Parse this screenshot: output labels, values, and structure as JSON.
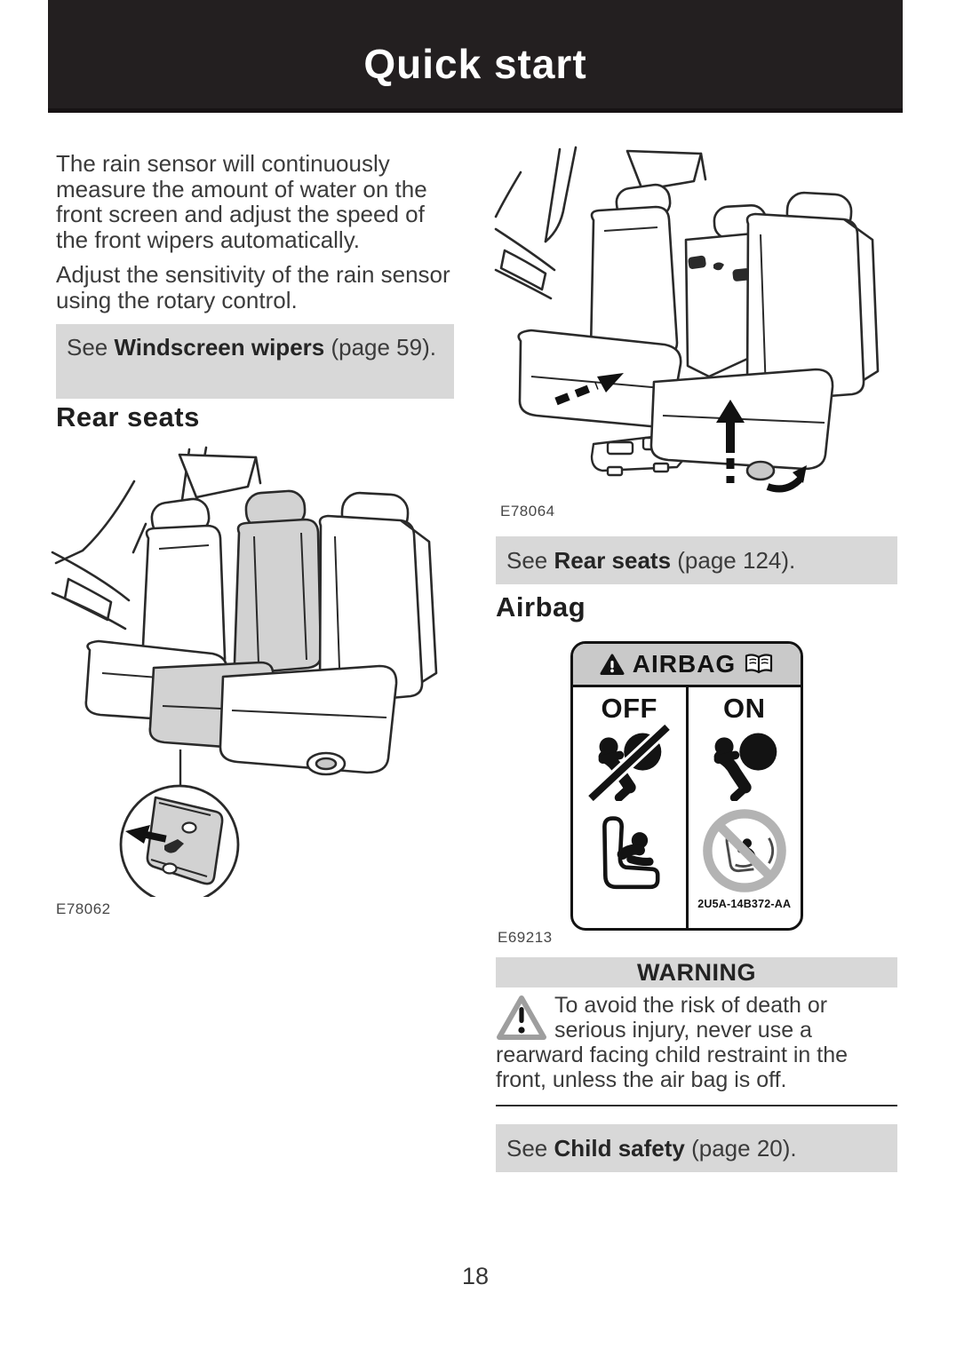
{
  "header": {
    "title": "Quick start"
  },
  "left": {
    "para1": "The rain sensor will continuously measure the amount of water on the front screen and adjust the speed of the front wipers automatically.",
    "para2": "Adjust the sensitivity of the rain sensor using the rotary control.",
    "callout_windscreen": {
      "prefix": "See ",
      "bold": "Windscreen wipers",
      "suffix": " (page 59)."
    },
    "heading": "Rear seats",
    "figure_label": "E78062"
  },
  "right": {
    "figure_label_seats": "E78064",
    "callout_rear_seats": {
      "prefix": "See ",
      "bold": "Rear seats",
      "suffix": " (page 124)."
    },
    "heading_airbag": "Airbag",
    "airbag_label": {
      "title": "AIRBAG",
      "off_label": "OFF",
      "on_label": "ON",
      "part_number": "2U5A-14B372-AA"
    },
    "figure_label_airbag": "E69213",
    "warning_title": "WARNING",
    "warning_text": "To avoid the risk of death or serious injury, never use a rearward facing child restraint in the front, unless the air bag is off.",
    "callout_child_safety": {
      "prefix": "See ",
      "bold": "Child safety",
      "suffix": " (page 20)."
    }
  },
  "footer": {
    "page_number": "18"
  },
  "colors": {
    "header_bg": "#231f20",
    "callout_bg": "#d8d8d8",
    "figure_shade": "#d2d2d2",
    "body_text": "#3b3b3b"
  }
}
